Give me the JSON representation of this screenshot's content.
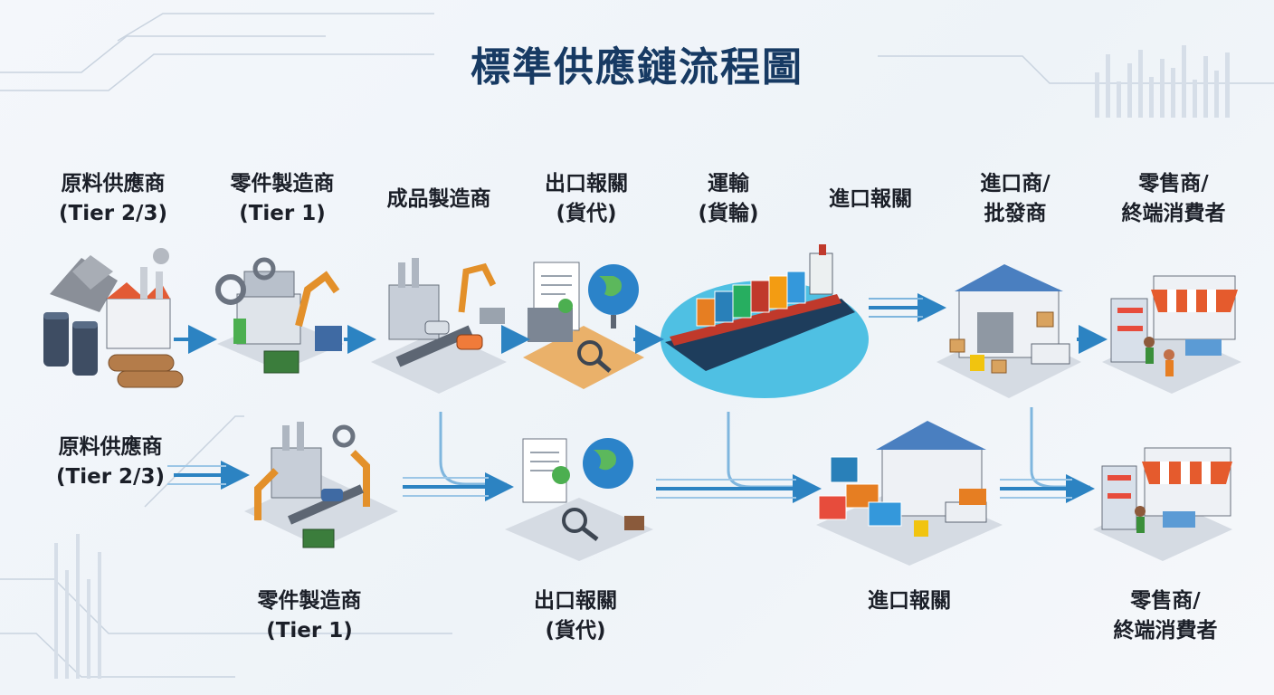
{
  "title": "標準供應鏈流程圖",
  "top_row": [
    {
      "line1": "原料供應商",
      "line2": "(Tier 2/3)"
    },
    {
      "line1": "零件製造商",
      "line2": "(Tier 1)"
    },
    {
      "line1": "成品製造商",
      "line2": ""
    },
    {
      "line1": "出口報關",
      "line2": "(貨代)"
    },
    {
      "line1": "運輸",
      "line2": "(貨輪)"
    },
    {
      "line1": "進口報關",
      "line2": ""
    },
    {
      "line1": "進口商/",
      "line2": "批發商"
    },
    {
      "line1": "零售商/",
      "line2": "終端消費者"
    }
  ],
  "bottom_row": [
    {
      "line1": "原料供應商",
      "line2": "(Tier 2/3)"
    },
    {
      "line1": "零件製造商",
      "line2": "(Tier 1)"
    },
    {
      "line1": "出口報關",
      "line2": "(貨代)"
    },
    {
      "line1": "進口報關",
      "line2": ""
    },
    {
      "line1": "零售商/",
      "line2": "終端消費者"
    }
  ],
  "colors": {
    "title": "#173a63",
    "arrow": "#2c83c2",
    "platform": "#d5dbe3",
    "roof": "#4a7fc0",
    "water": "#4fc0e3"
  }
}
